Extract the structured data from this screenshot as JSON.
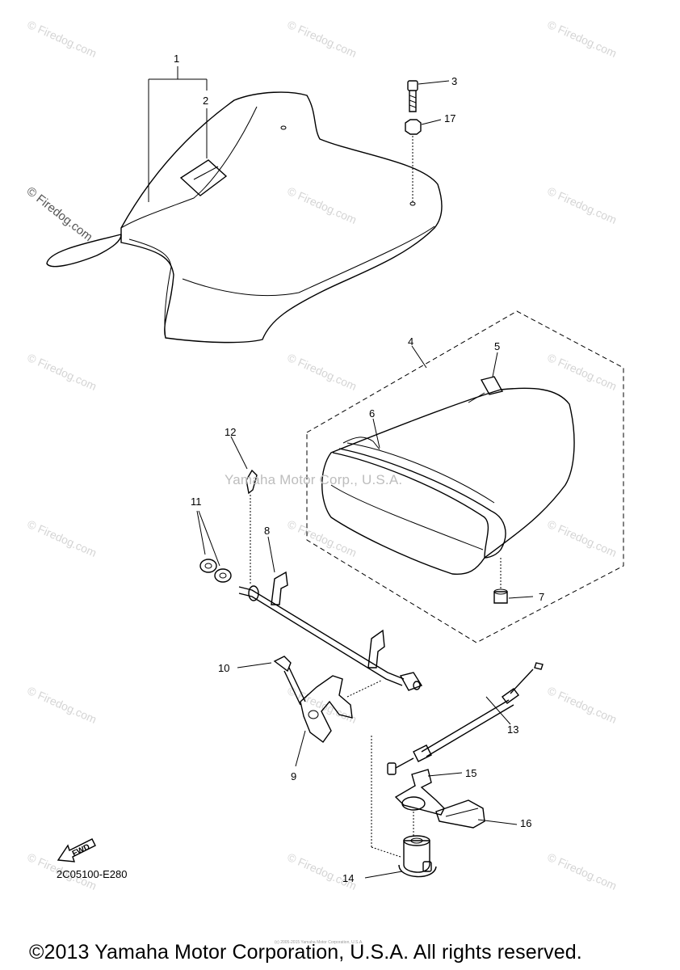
{
  "watermarks": {
    "site_text": "© Firedog.com",
    "center_text": "Yamaha Motor Corp., U.S.A."
  },
  "callouts": [
    {
      "id": "1",
      "label": "1"
    },
    {
      "id": "2",
      "label": "2"
    },
    {
      "id": "3",
      "label": "3"
    },
    {
      "id": "17",
      "label": "17"
    },
    {
      "id": "4",
      "label": "4"
    },
    {
      "id": "5",
      "label": "5"
    },
    {
      "id": "6",
      "label": "6"
    },
    {
      "id": "7",
      "label": "7"
    },
    {
      "id": "12",
      "label": "12"
    },
    {
      "id": "11",
      "label": "11"
    },
    {
      "id": "8",
      "label": "8"
    },
    {
      "id": "10",
      "label": "10"
    },
    {
      "id": "13",
      "label": "13"
    },
    {
      "id": "9",
      "label": "9"
    },
    {
      "id": "15",
      "label": "15"
    },
    {
      "id": "16",
      "label": "16"
    },
    {
      "id": "14",
      "label": "14"
    }
  ],
  "fwd_label": "FWD",
  "part_code": "2C05100-E280",
  "tiny_text": "(c) 2005-2015 Yamaha Motor Corporation, U.S.A.",
  "copyright": "©2013 Yamaha Motor Corporation, U.S.A. All rights reserved."
}
